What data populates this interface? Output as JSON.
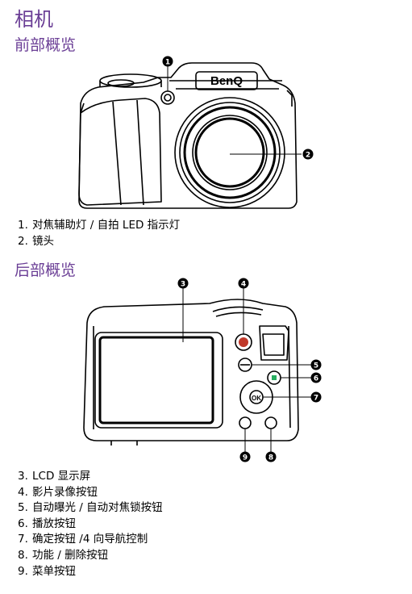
{
  "page": {
    "title": "相机",
    "front_heading": "前部概览",
    "back_heading": "后部概览",
    "brand": "BenQ",
    "ok_label": "OK",
    "front_items": [
      {
        "num": "1.",
        "text": "对焦辅助灯 / 自拍 LED 指示灯"
      },
      {
        "num": "2.",
        "text": "镜头"
      }
    ],
    "back_items": [
      {
        "num": "3.",
        "text": "LCD 显示屏"
      },
      {
        "num": "4.",
        "text": "影片录像按钮"
      },
      {
        "num": "5.",
        "text": "自动曝光 / 自动对焦锁按钮"
      },
      {
        "num": "6.",
        "text": "播放按钮"
      },
      {
        "num": "7.",
        "text": "确定按钮 /4 向导航控制"
      },
      {
        "num": "8.",
        "text": "功能 / 删除按钮"
      },
      {
        "num": "9.",
        "text": "菜单按钮"
      }
    ],
    "callouts": [
      "1",
      "2",
      "3",
      "4",
      "5",
      "6",
      "7",
      "8",
      "9"
    ]
  }
}
